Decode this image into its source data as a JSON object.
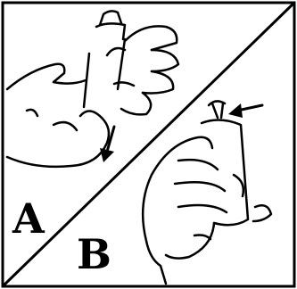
{
  "figure": {
    "panel_a_label": "A",
    "panel_b_label": "B"
  },
  "colors": {
    "ink": "#000000",
    "paper": "#ffffff"
  },
  "icons": {
    "panel_a": "hand-pressing-inhaler-illustration",
    "panel_b": "hand-holding-inhaler-illustration",
    "arrow_a": "down-arrow-icon",
    "arrow_b": "left-arrow-icon"
  }
}
